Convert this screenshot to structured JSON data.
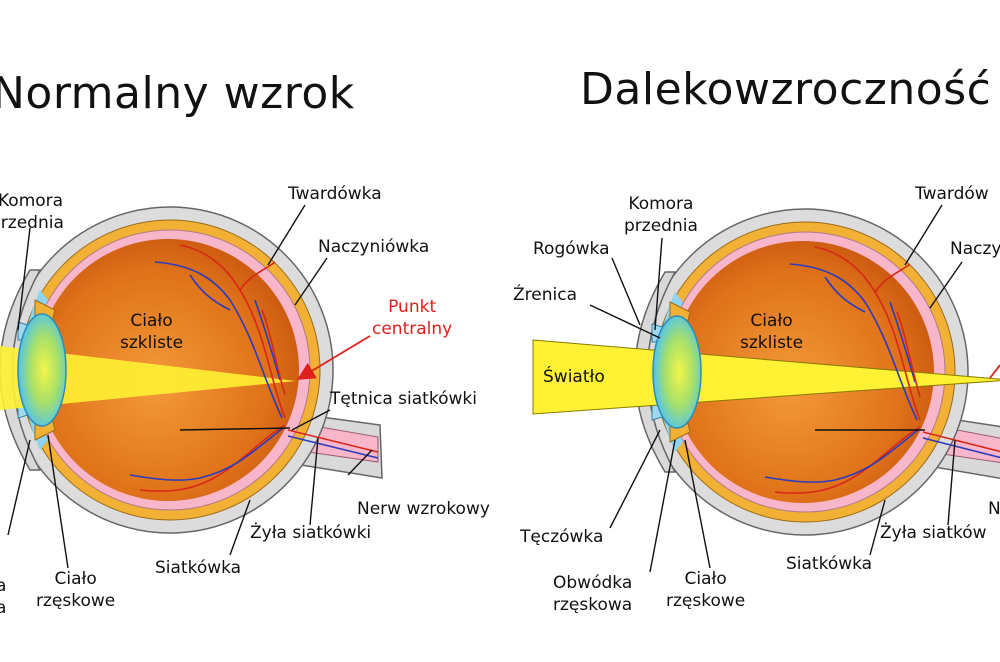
{
  "left": {
    "title": "Normalny wzrok",
    "labels": {
      "komora_l1": "Komora",
      "komora_l2": "przednia",
      "twardowka": "Twardówka",
      "naczyniowka": "Naczyniówka",
      "cialo_l1": "Ciało",
      "cialo_l2": "szkliste",
      "punkt_l1": "Punkt",
      "punkt_l2": "centralny",
      "tetnica": "Tętnica siatkówki",
      "nerw": "Nerw wzrokowy",
      "zyla": "Żyła siatkówki",
      "siatkowka": "Siatkówka",
      "rzeskowe_l1": "Ciało",
      "rzeskowe_l2": "rzęskowe",
      "partial_l1": "a",
      "partial_l2": "a"
    }
  },
  "right": {
    "title": "Dalekowzroczność",
    "labels": {
      "komora_l1": "Komora",
      "komora_l2": "przednia",
      "twardowka": "Twardów",
      "naczyniowka": "Naczy",
      "rogowka": "Rogówka",
      "zrenica": "Źrenica",
      "swiatlo": "Światło",
      "cialo_l1": "Ciało",
      "cialo_l2": "szkliste",
      "teczowka": "Tęczówka",
      "obwodka_l1": "Obwódka",
      "obwodka_l2": "rzęskowa",
      "rzeskowe_l1": "Ciało",
      "rzeskowe_l2": "rzęskowe",
      "siatkowka": "Siatkówka",
      "zyla": "Żyła siatków",
      "partial_n": "N"
    }
  },
  "colors": {
    "sclera": "#d9d9d9",
    "choroid": "#f2b134",
    "retina": "#f7b6c9",
    "vitreous": "#e27a1e",
    "lens": "#53c3f0",
    "light": "#fff133",
    "artery": "#d9261c",
    "vein": "#2a3bbf",
    "pointer_red": "#e0201c"
  }
}
